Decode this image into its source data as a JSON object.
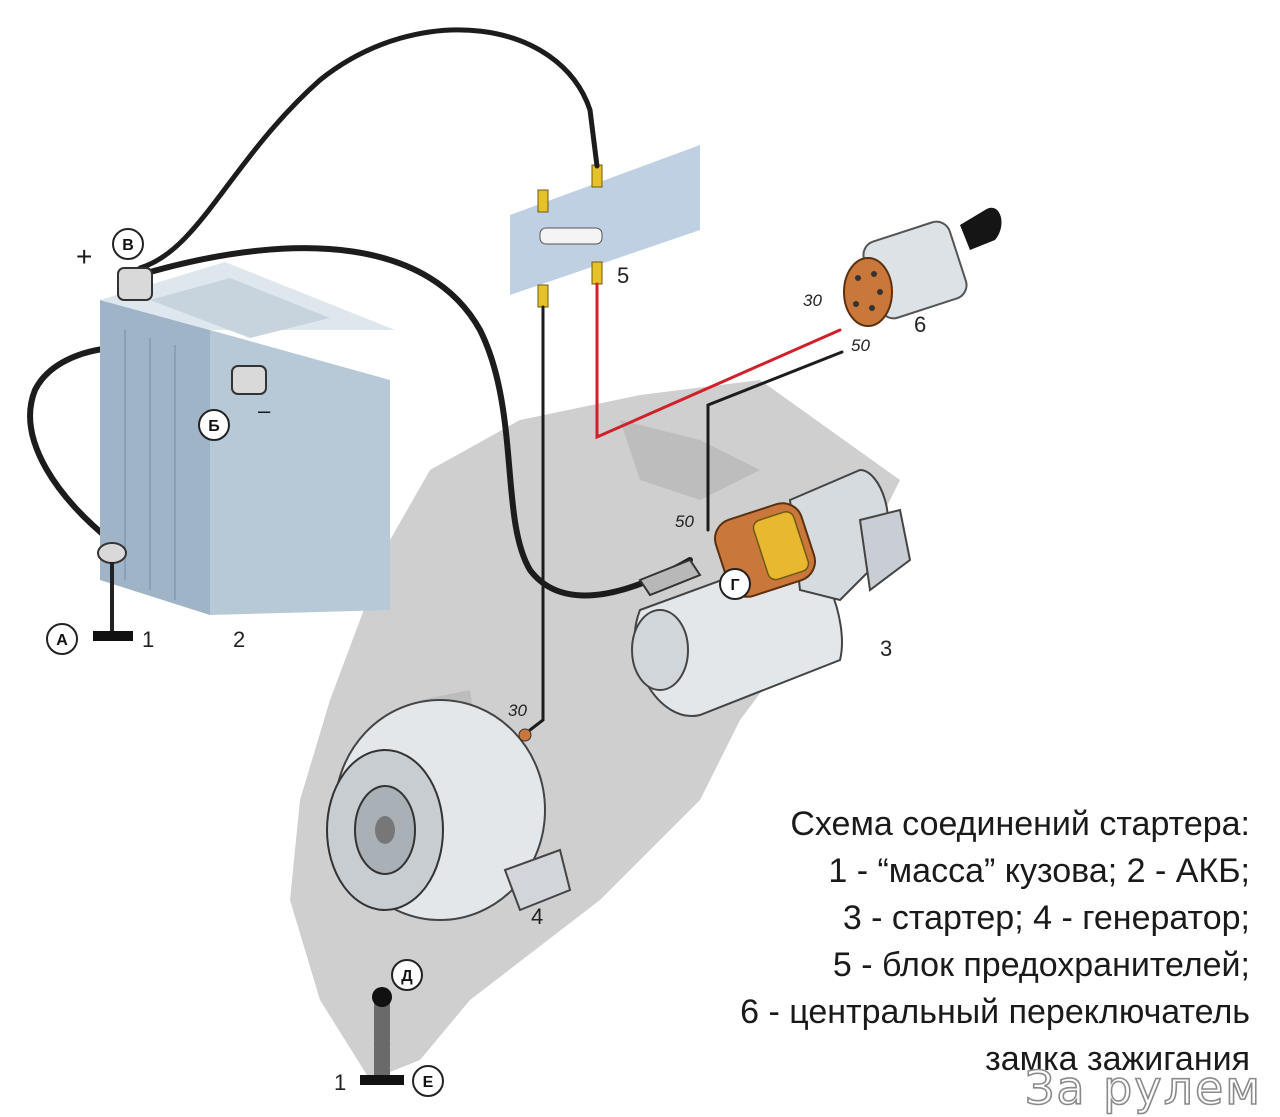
{
  "legend": {
    "title": "Схема соединений стартера:",
    "lines": [
      "1 - “масса” кузова; 2 - АКБ;",
      "3 - стартер; 4 - генератор;",
      "5 - блок предохранителей;",
      "6 - центральный переключатель",
      "замка зажигания"
    ]
  },
  "component_numbers": {
    "ground_top": "1",
    "battery": "2",
    "starter": "3",
    "generator": "4",
    "fuse_block": "5",
    "ignition_switch": "6",
    "ground_bottom": "1"
  },
  "point_letters": {
    "a": "А",
    "b": "Б",
    "v": "В",
    "g": "Г",
    "d": "Д",
    "e": "Е"
  },
  "terminals": {
    "ignition_30": "30",
    "ignition_50": "50",
    "starter_50": "50",
    "generator_30": "30"
  },
  "polarity": {
    "plus": "+",
    "minus": "–"
  },
  "watermark": "За рулем",
  "colors": {
    "wire_black": "#1c1c1c",
    "wire_red": "#d0202a",
    "battery_body": "#b7c8d6",
    "metal": "#dde2e6",
    "copper": "#c9773a",
    "winding": "#e8b830",
    "engine_silhouette": "#cfcfcf",
    "fuse_panel": "#b9cbe0"
  }
}
